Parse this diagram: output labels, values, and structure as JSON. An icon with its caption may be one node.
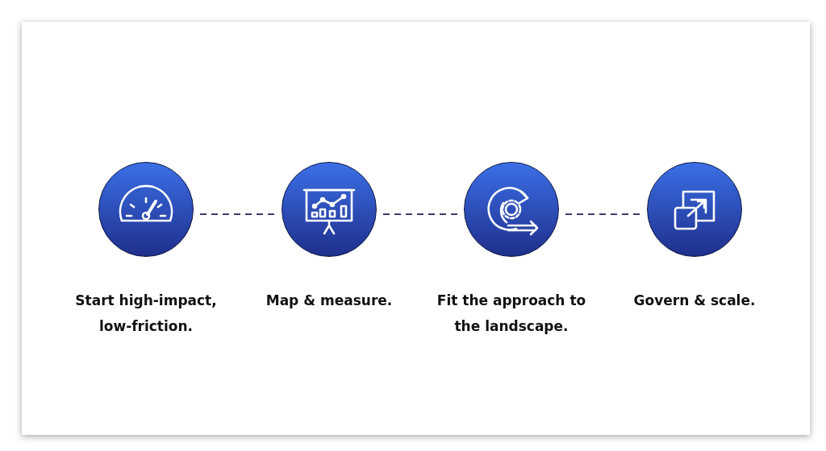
{
  "diagram": {
    "nodes": [
      {
        "text": [],
        "shape": "circle",
        "beside": [
          "Start high-impact, low-friction."
        ]
      },
      {
        "text": [],
        "shape": "circle",
        "beside": [
          "Map & measure."
        ]
      },
      {
        "text": [],
        "shape": "circle",
        "beside": [
          "Fit the approach to the landscape."
        ]
      },
      {
        "text": [],
        "shape": "circle",
        "beside": [
          "Govern & scale."
        ]
      }
    ],
    "edges": [
      {
        "from": 0,
        "to": 1,
        "arrow": "none",
        "style": "dashed"
      },
      {
        "from": 1,
        "to": 2,
        "arrow": "none",
        "style": "dashed"
      },
      {
        "from": 2,
        "to": 3,
        "arrow": "none",
        "style": "dashed"
      }
    ]
  }
}
